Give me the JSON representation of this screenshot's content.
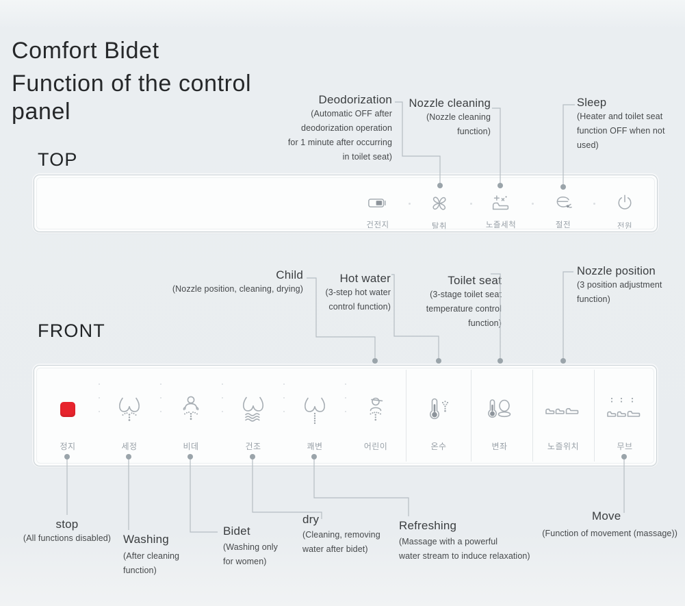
{
  "header": {
    "title_line1": "Comfort Bidet",
    "title_line2": "Function of the control panel"
  },
  "top_panel": {
    "section_label": "TOP",
    "annotations": {
      "deodorization": {
        "title": "Deodorization",
        "desc": "(Automatic OFF after\ndeodorization operation\nfor 1 minute after occurring\nin toilet seat)"
      },
      "nozzle_cleaning": {
        "title": "Nozzle cleaning",
        "desc": "(Nozzle cleaning\nfunction)"
      },
      "sleep": {
        "title": "Sleep",
        "desc": "(Heater and toilet seat\nfunction OFF when not\nused)"
      }
    },
    "buttons": [
      {
        "icon": "battery-icon",
        "label": "건전지"
      },
      {
        "icon": "deodorization-fan-icon",
        "label": "탈취"
      },
      {
        "icon": "nozzle-cleaning-icon",
        "label": "노즐세척"
      },
      {
        "icon": "power-saving-icon",
        "label": "절전"
      },
      {
        "icon": "power-icon",
        "label": "전원"
      }
    ]
  },
  "front_panel": {
    "section_label": "FRONT",
    "annotations_top": {
      "child": {
        "title": "Child",
        "desc": "(Nozzle position, cleaning, drying)"
      },
      "hot_water": {
        "title": "Hot water",
        "desc": "(3-step hot water\ncontrol function)"
      },
      "toilet_seat": {
        "title": "Toilet seat",
        "desc": "(3-stage toilet seat\ntemperature control\nfunction)"
      },
      "nozzle_position": {
        "title": "Nozzle position",
        "desc": "(3 position adjustment\nfunction)"
      }
    },
    "buttons": [
      {
        "icon": "stop-button-icon",
        "label": "정지"
      },
      {
        "icon": "washing-icon",
        "label": "세정"
      },
      {
        "icon": "bidet-icon",
        "label": "비데"
      },
      {
        "icon": "dry-icon",
        "label": "건조"
      },
      {
        "icon": "refreshing-icon",
        "label": "쾌변"
      },
      {
        "icon": "child-icon",
        "label": "어린이"
      },
      {
        "icon": "hot-water-icon",
        "label": "온수"
      },
      {
        "icon": "toilet-seat-icon",
        "label": "변좌"
      },
      {
        "icon": "nozzle-position-icon",
        "label": "노즐위치"
      },
      {
        "icon": "move-icon",
        "label": "무브"
      }
    ],
    "annotations_bottom": {
      "stop": {
        "title": "stop",
        "desc": "(All functions disabled)"
      },
      "washing": {
        "title": "Washing",
        "desc": "(After cleaning\nfunction)"
      },
      "bidet": {
        "title": "Bidet",
        "desc": "(Washing only\nfor women)"
      },
      "dry": {
        "title": "dry",
        "desc": "(Cleaning, removing\nwater after bidet)"
      },
      "refreshing": {
        "title": "Refreshing",
        "desc": "(Massage with a powerful\nwater stream to induce relaxation)"
      },
      "move": {
        "title": "Move",
        "desc": "(Function of movement (massage))"
      }
    }
  },
  "colors": {
    "stop_button_red": "#e7242d",
    "icon_gray": "#a6adb3",
    "leader_line_gray": "#b5bdc2",
    "panel_background": "#fcfdfd",
    "page_background": "#e9edf0"
  }
}
